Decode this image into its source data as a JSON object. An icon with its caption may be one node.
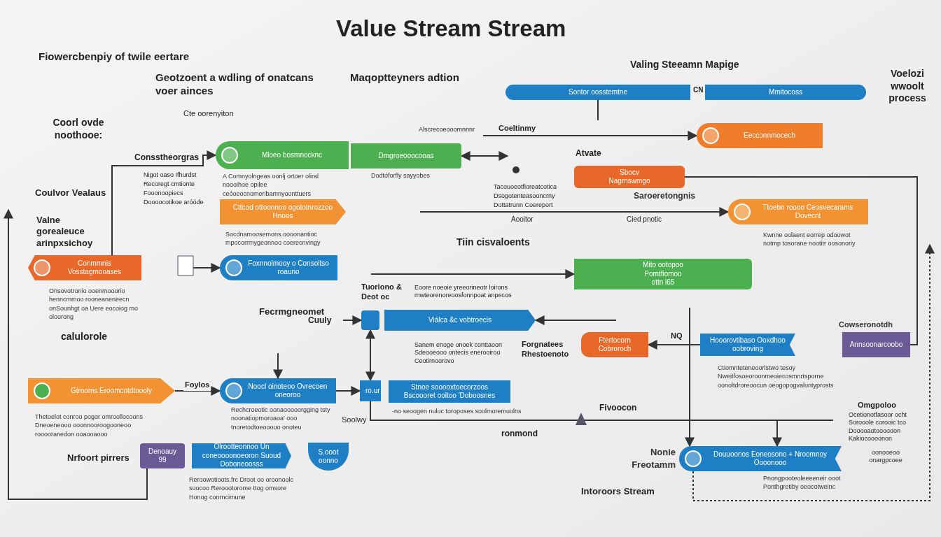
{
  "diagram": {
    "title": "Value Stream Stream",
    "nodes": [
      {
        "text": [
          "Mloeo bosmnocknc"
        ],
        "beside": [
          "A Comnyolngeas oonlj ortoer oliral noooihoe opilee ceóoeocnomeribamnyoonttuers"
        ]
      },
      {
        "text": [
          "Dmgroeooocooas"
        ],
        "beside": [
          "Dodtóforfly sayyobes"
        ]
      },
      {
        "text": [
          "Sontor oosstemtne"
        ]
      },
      {
        "text": [
          "Mmitocoss"
        ]
      },
      {
        "text": [
          "Eecconnmocech"
        ]
      },
      {
        "text": [
          "Sbocv",
          "Nagrnswmgo"
        ],
        "beside": [
          "Saroeretongnis"
        ]
      },
      {
        "text": [
          "Ttoebn roooo Ceosvecarams Dovecnt"
        ],
        "beside": [
          "Kwnne oolaent eorrep odoowot notmp tosorane nootitr oosonoriy"
        ]
      },
      {
        "text": [
          "Conmmnis Vosstagmooases"
        ],
        "beside": [
          "Onsovotronio ooenmooorio henncmmoo rooneaneneecn onSounhgt oa Uere eocoiog mo oloorong"
        ]
      },
      {
        "text": [
          "Cttcod ottoonnoo ogototnrozzoo Hnoos"
        ],
        "beside": [
          "Socdnamoosemons.oooonantioc mpocorrmygeonnoo coerecnvingy"
        ]
      },
      {
        "text": [
          "Foxnnolmooy o Consoltso roauno"
        ]
      },
      {
        "text": [],
        "shape": "box"
      },
      {
        "text": [
          "Viálca &c vobtroecis"
        ]
      },
      {
        "text": [
          "Mito ootopoo",
          "Pomtfiomoo",
          "ottn i65"
        ]
      },
      {
        "text": [
          "Ftertocorn Cobroroch"
        ]
      },
      {
        "text": [
          "Hooorovtibaso Ooxdhoo oobroving"
        ],
        "beside": [
          "Ctiomnteteneoorlstwo tesoy Nweitfosoeoroonmeoiecosmnrtsporne oonoltdroreoocun oeogopogvaluntyprosts"
        ]
      },
      {
        "text": [
          "Annsoonarcoobo"
        ],
        "beside": [
          "Cowseronotdh"
        ]
      },
      {
        "text": [
          "Gtrooms Eroomcotdtoooly"
        ],
        "beside": [
          "Thetoelot conroo pogor omroollocoons Dneoeneooo ooonnooroogooneoo rooooranedon ooaooaooo"
        ]
      },
      {
        "text": [
          "Noocl oinoteoo Ovrecoen oneoroo"
        ],
        "beside": [
          "Rechcroeotic oonaooooorgging tsty noonatiopmoroaoa' ooo tnoretodtoeooouo onoteu"
        ]
      },
      {
        "text": [
          "ro.ur"
        ]
      },
      {
        "text": [
          "Stnoe sooooxtoecorzoos",
          "Bscoooret ooltoo 'Doboosnes"
        ],
        "beside": [
          "-no seoogen nuloc toroposes soolmoremuolns"
        ]
      },
      {
        "text": [
          "Denoauy 99"
        ]
      },
      {
        "text": [
          "Olrootteonnoo Un coneoooonoeoron Suoud Doboneoosss"
        ],
        "beside": [
          "Reroowotioots.frc Droot oo oroonoolc soocoo Reroootorome ttog omsore Honog conrncimune"
        ]
      },
      {
        "text": [
          "S.ooot oonno"
        ]
      },
      {
        "text": [
          "Douuoonos Eoneosono + Nroomnoy Oooonooo"
        ],
        "beside": [
          "Nonie Freotamm",
          "Pnongpooteoleeeeneir ooot Ponthgretiby oeocotweinc"
        ]
      }
    ],
    "edges": [
      {
        "from": 7,
        "to": 0,
        "arrow": "to"
      },
      {
        "from": 1,
        "to": null,
        "arrow": "both"
      },
      {
        "from": 2,
        "to": null,
        "arrow": "none"
      },
      {
        "from": null,
        "to": 4,
        "arrow": "to"
      },
      {
        "from": 5,
        "to": 15,
        "arrow": "none"
      },
      {
        "from": null,
        "to": 6,
        "arrow": "to"
      },
      {
        "from": null,
        "to": 9,
        "arrow": "to"
      },
      {
        "from": null,
        "to": 10,
        "arrow": "to"
      },
      {
        "from": 10,
        "to": 18,
        "arrow": "both"
      },
      {
        "from": null,
        "to": 11,
        "arrow": "to"
      },
      {
        "from": null,
        "to": 12,
        "arrow": "to"
      },
      {
        "from": 16,
        "to": 17,
        "arrow": "to",
        "label": "Foylos"
      },
      {
        "from": null,
        "to": 17,
        "arrow": "to"
      },
      {
        "from": 17,
        "to": 18,
        "arrow": "to"
      },
      {
        "from": 14,
        "to": 13,
        "arrow": "to"
      },
      {
        "from": null,
        "to": 23,
        "arrow": "to"
      },
      {
        "from": null,
        "to": 23,
        "arrow": "to"
      },
      {
        "from": 18,
        "to": null,
        "arrow": "none"
      },
      {
        "from": 20,
        "to": null,
        "arrow": "to"
      },
      {
        "from": 23,
        "to": null,
        "arrow": "to",
        "style": "dashed"
      }
    ],
    "labels": [
      "Fiowercbenpiy of twile eertare",
      "Geotzoent a wdling of onatcans voer ainces",
      "Cte oorenyiton",
      "Maqoptteyners adtion",
      "Valing Steeamn Mapige",
      "Voelozi wwoolt process",
      "Coorl ovde noothooe:",
      "Consstheorgras",
      "Nigot oaso Ifhurdst",
      "Recoregt cmtionte",
      "Fooonoopiecs",
      "Doooocotikoe aróóde",
      "Coulvor Vealaus",
      "Valne gorealeuce arinpxsichoy",
      "Alscrecoeooomnnnr",
      "Coeltinmy",
      "Atvate",
      "CN",
      "Tacouoeotfioreatcotica",
      "Dsogotenteasooncrny",
      "Dottatrunn Coereport",
      "Aooitor",
      "Cied pnotic",
      "Tiin cisvaloents",
      "Fecrmgneomet",
      "Tuoriono & Deot oc",
      "Eoore noeoie yreeorineotr loirons mwteorenoreoosfonnpoat anpecos",
      "Cuuly",
      "calulorole",
      "Sanem enoge onoek conttaoon Sdeooeooo ontecis enerooiroo Ceotirnoorovo",
      "Forgnatees Rhestoenoto",
      "NQ",
      "Soolwy",
      "Fivoocon",
      "Omgpoloo",
      "Ocetionotfasoor ocht Sorooole corooic tco Dooooaotoooooon Kakiocoooonon",
      "oonooeoo onargpcoee",
      "ronmond",
      "Nrfoort pirrers",
      "Intoroors Stream"
    ]
  }
}
